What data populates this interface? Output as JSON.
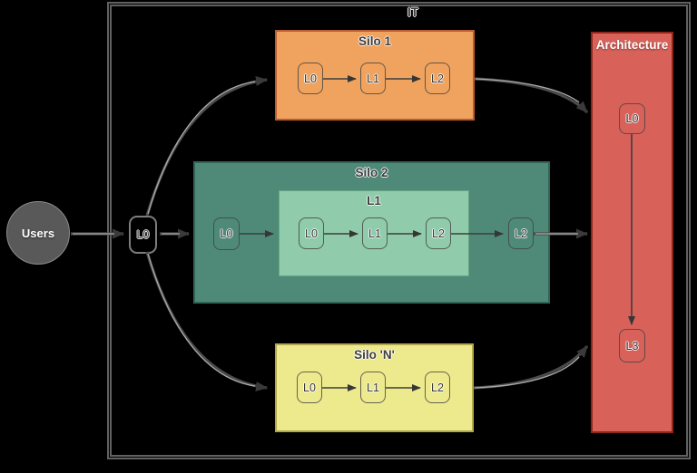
{
  "colors": {
    "background": "#000000",
    "frame": "#616161",
    "text_dark": "#3e3e3e",
    "silo1_fill": "#f0a35e",
    "silo1_border": "#bb5c33",
    "silo2_fill": "#4e8a77",
    "silo2_border": "#336557",
    "silo2_inner_fill": "#90ccab",
    "silo2_inner_border": "#67a584",
    "siloN_fill": "#ede98d",
    "siloN_border": "#b3a74b",
    "arch_fill": "#d8625a",
    "arch_border": "#8f2619",
    "users_fill": "#595959",
    "arrow": "#4a4a4a",
    "arrow_core": "#ababab"
  },
  "diagram": {
    "frame_label": "IT",
    "users": {
      "label": "Users"
    },
    "gateway": {
      "label": "L0"
    },
    "silo1": {
      "title": "Silo 1",
      "nodes": [
        "L0",
        "L1",
        "L2"
      ]
    },
    "silo2": {
      "title": "Silo 2",
      "entry_node": "L0",
      "inner": {
        "title": "L1",
        "nodes": [
          "L0",
          "L1",
          "L2"
        ]
      },
      "exit_node": "L2"
    },
    "siloN": {
      "title": "Silo 'N'",
      "nodes": [
        "L0",
        "L1",
        "L2"
      ]
    },
    "architecture": {
      "title": "Architecture",
      "top_node": "L0",
      "bottom_node": "L3"
    },
    "edges": [
      "Users -> L0 gateway",
      "L0 gateway -> Silo 1",
      "L0 gateway -> Silo 2 L0",
      "L0 gateway -> Silo 'N'",
      "Silo 1: L0 -> L1 -> L2",
      "Silo 2: L0 -> inner L1 (L0 -> L1 -> L2) -> L2",
      "Silo 'N': L0 -> L1 -> L2",
      "Silo 1 -> Architecture",
      "Silo 2 -> Architecture",
      "Silo 'N' -> Architecture",
      "Architecture: L0 -> L3"
    ]
  }
}
